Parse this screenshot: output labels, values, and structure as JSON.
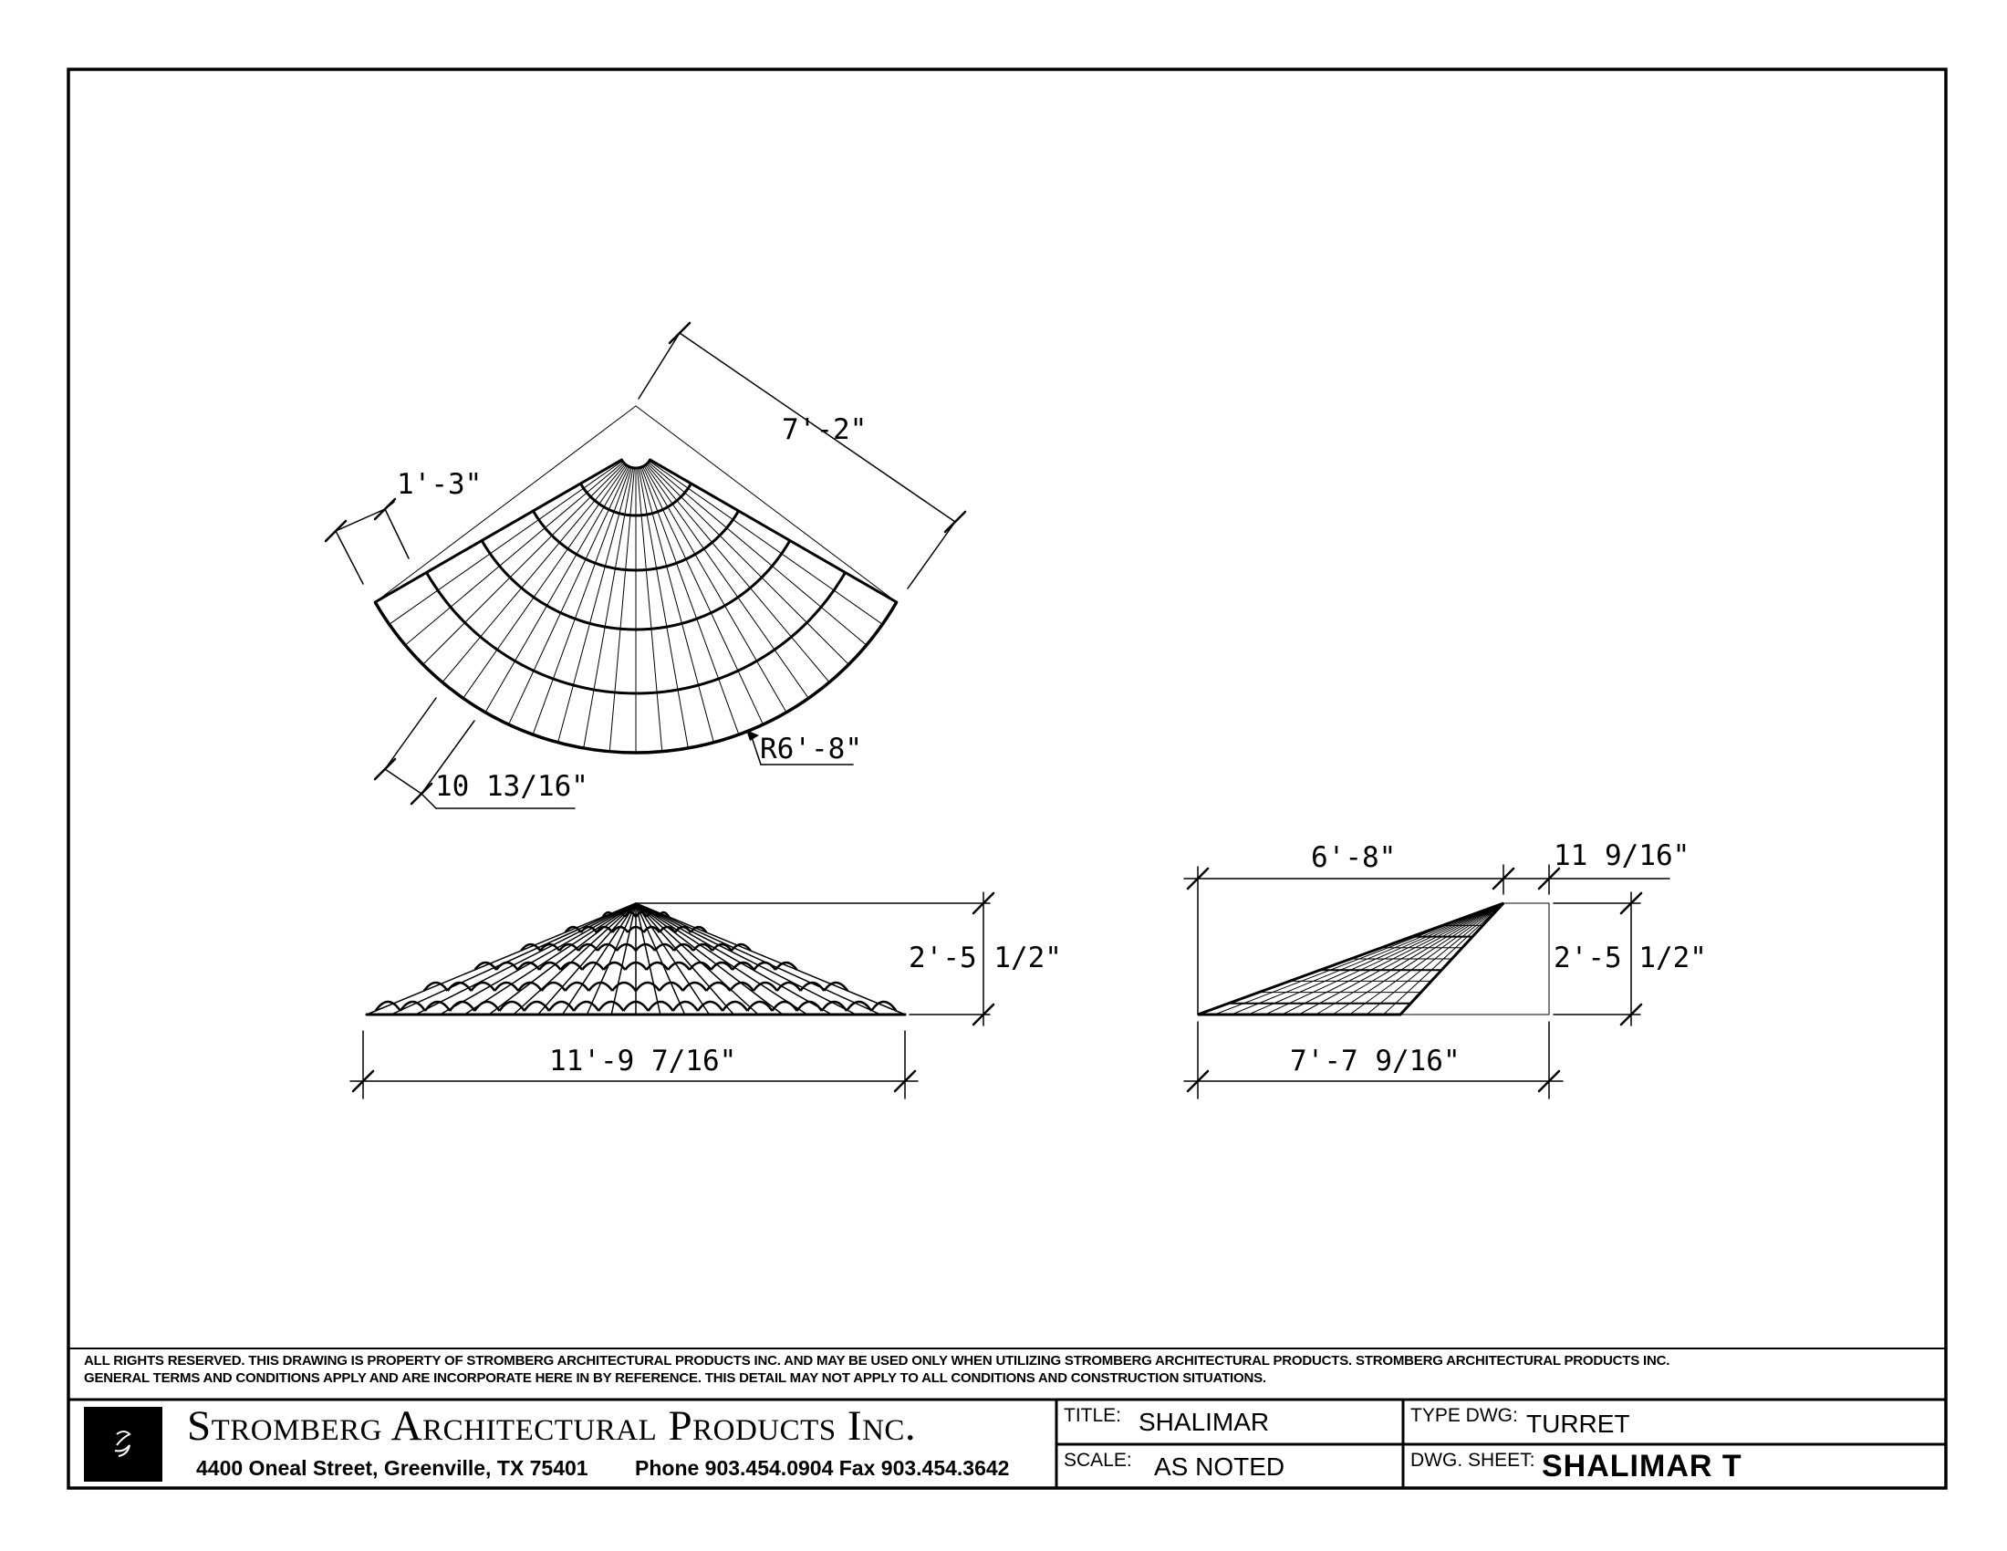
{
  "dimensions": {
    "plan_width": "7'-2\"",
    "plan_segment": "1'-3\"",
    "plan_radius": "R6'-8\"",
    "plan_arc_segment": "10 13/16\"",
    "elev_height": "2'-5 1/2\"",
    "elev_width": "11'-9 7/16\"",
    "section_run": "6'-8\"",
    "section_offset": "11 9/16\"",
    "section_height": "2'-5 1/2\"",
    "section_base": "7'-7 9/16\""
  },
  "notice": {
    "line1": "ALL RIGHTS RESERVED. THIS DRAWING IS PROPERTY OF STROMBERG ARCHITECTURAL PRODUCTS INC. AND MAY BE USED ONLY WHEN UTILIZING STROMBERG ARCHITECTURAL PRODUCTS.  STROMBERG ARCHITECTURAL PRODUCTS INC.",
    "line2": "GENERAL TERMS AND CONDITIONS APPLY AND ARE INCORPORATE HERE IN BY REFERENCE.  THIS DETAIL MAY NOT APPLY TO ALL CONDITIONS AND CONSTRUCTION SITUATIONS."
  },
  "titleblock": {
    "company": "Stromberg Architectural Products Inc.",
    "address": "4400 Oneal Street, Greenville, TX  75401",
    "phone_fax": "Phone 903.454.0904   Fax 903.454.3642",
    "title_label": "TITLE:",
    "title_value": "SHALIMAR",
    "scale_label": "SCALE:",
    "scale_value": "AS NOTED",
    "type_label": "TYPE DWG:",
    "type_value": "TURRET",
    "sheet_label": "DWG. SHEET:",
    "sheet_value": "SHALIMAR T"
  }
}
